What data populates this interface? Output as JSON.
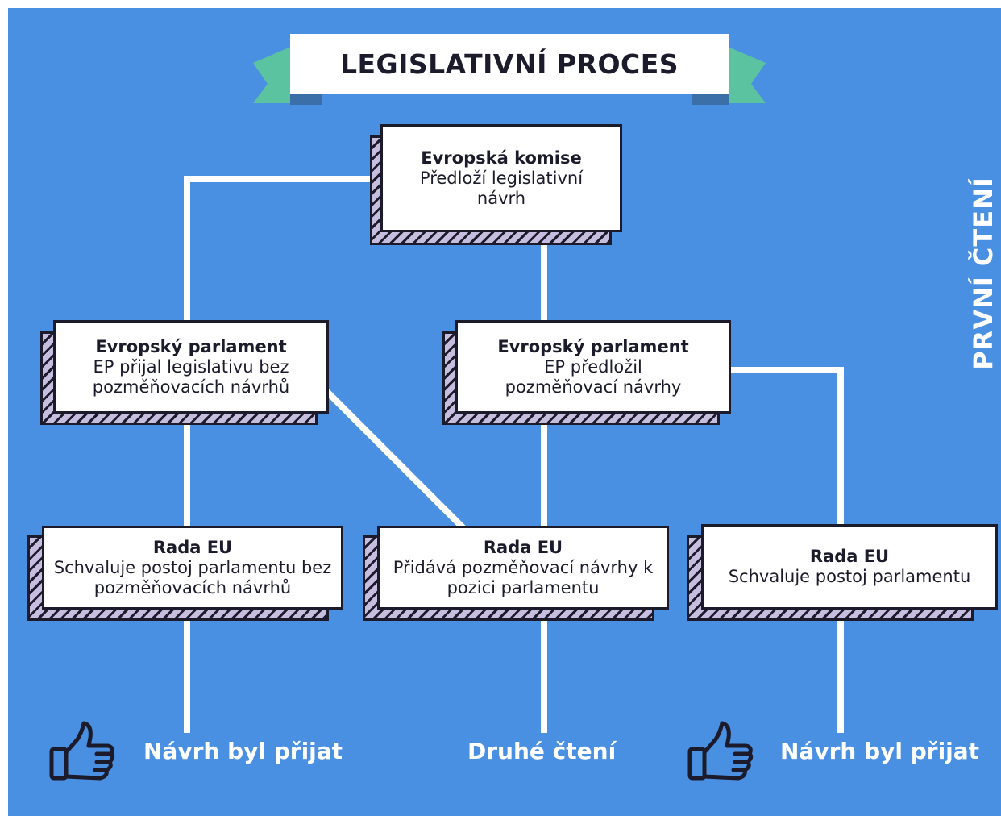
{
  "title": "LEGISLATIVNÍ PROCES",
  "side_label": "PRVNÍ ČTENÍ",
  "colors": {
    "background": "#4a90e2",
    "card": "#ffffff",
    "outline": "#1b1b2b",
    "hatch": "#c7bedf",
    "ribbon": "#5cc3a0",
    "connector": "#ffffff"
  },
  "nodes": {
    "commission": {
      "title": "Evropská komise",
      "desc": "Předloží legislativní návrh"
    },
    "ep_no_amend": {
      "title": "Evropský parlament",
      "desc": "EP přijal legislativu bez pozměňovacích návrhů"
    },
    "ep_amend": {
      "title": "Evropský parlament",
      "desc": "EP předložil pozměňovací návrhy"
    },
    "council_approve_no_amend": {
      "title": "Rada EU",
      "desc": "Schvaluje postoj parlamentu bez pozměňovacích návrhů"
    },
    "council_add_amend": {
      "title": "Rada EU",
      "desc": "Přidává pozměňovací návrhy k pozici parlamentu"
    },
    "council_approve": {
      "title": "Rada EU",
      "desc": "Schvaluje postoj parlamentu"
    }
  },
  "outcomes": {
    "left": {
      "label": "Návrh byl přijat",
      "icon": "thumbs-up-icon"
    },
    "middle": {
      "label": "Druhé čtení"
    },
    "right": {
      "label": "Návrh byl přijat",
      "icon": "thumbs-up-icon"
    }
  }
}
